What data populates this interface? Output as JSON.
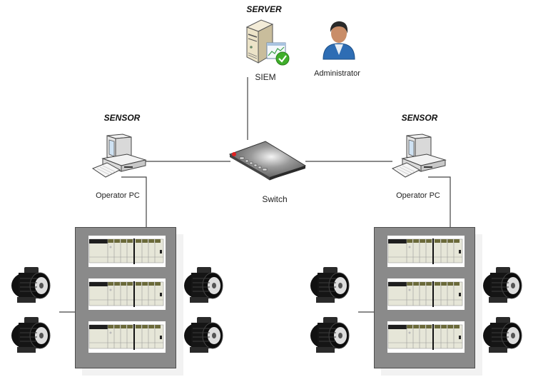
{
  "diagram": {
    "server": {
      "header": "SERVER",
      "label": "SIEM",
      "icon": "siem-server-icon"
    },
    "administrator": {
      "label": "Administrator",
      "icon": "administrator-user-icon"
    },
    "switch": {
      "label": "Switch",
      "icon": "network-switch-icon"
    },
    "sensors": [
      {
        "header": "SENSOR",
        "label": "Operator PC",
        "icon": "operator-pc-icon"
      },
      {
        "header": "SENSOR",
        "label": "Operator PC",
        "icon": "operator-pc-icon"
      }
    ],
    "plc_cabinets": [
      {
        "plc_count": 3,
        "motor_count": 4
      },
      {
        "plc_count": 3,
        "motor_count": 4
      }
    ],
    "colors": {
      "wire": "#444444",
      "cabinet": "#8a8a8a",
      "plc_body": "#e6e6d8",
      "motor": "#111111",
      "admin_shirt": "#2e6db4",
      "siem_check": "#3fae2a",
      "switch_led": "#e02020"
    }
  }
}
